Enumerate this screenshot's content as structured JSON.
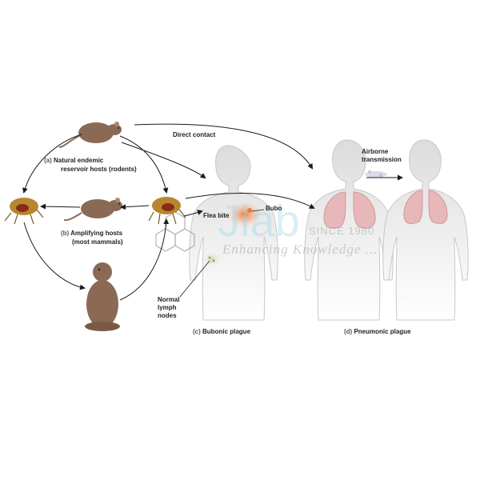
{
  "labels": {
    "natural_hosts_tag": "(a)",
    "natural_hosts_line1": "Natural endemic",
    "natural_hosts_line2": "reservoir hosts (rodents)",
    "amplifying_tag": "(b)",
    "amplifying_line1": "Amplifying hosts",
    "amplifying_line2": "(most mammals)",
    "direct_contact": "Direct contact",
    "airborne_line1": "Airborne",
    "airborne_line2": "transmission",
    "flea_bite": "Flea bite",
    "bubo": "Bubo",
    "normal_nodes_line1": "Normal",
    "normal_nodes_line2": "lymph",
    "normal_nodes_line3": "nodes",
    "bubonic_tag": "(c)",
    "bubonic": "Bubonic plague",
    "pneumonic_tag": "(d)",
    "pneumonic": "Pneumonic plague"
  },
  "watermark": {
    "since": "SINCE 1980",
    "tagline": "Enhancing Knowledge ..."
  },
  "colors": {
    "body": "#dcdcdc",
    "rodent": "#8a6a55",
    "flea": "#b8862f",
    "lung": "#e8b7b9",
    "bubo": "#f08a4b",
    "arrow": "#1a1a1a",
    "watermark_blue": "#9fd3ec"
  }
}
